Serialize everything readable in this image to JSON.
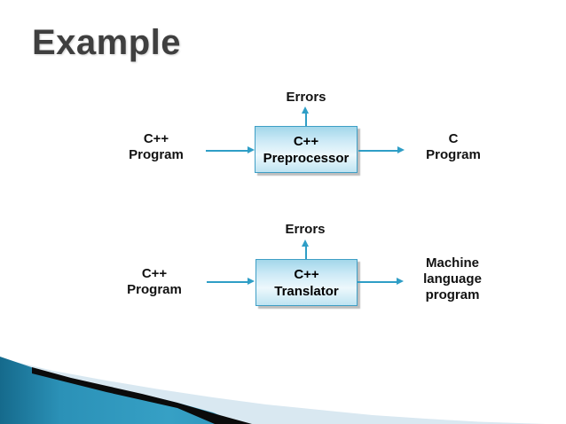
{
  "slide_title": "Example",
  "diagram1": {
    "errors": "Errors",
    "input": {
      "line1": "C++",
      "line2": "Program"
    },
    "box": {
      "line1": "C++",
      "line2": "Preprocessor"
    },
    "output": {
      "line1": "C",
      "line2": "Program"
    }
  },
  "diagram2": {
    "errors": "Errors",
    "input": {
      "line1": "C++",
      "line2": "Program"
    },
    "box": {
      "line1": "C++",
      "line2": "Translator"
    },
    "output": {
      "line1": "Machine",
      "line2": "language",
      "line3": "program"
    }
  },
  "colors": {
    "accent_arrow": "#2f9ec6",
    "box_border": "#3e9ec5",
    "box_fill_top": "#a3d7ea",
    "box_fill_light": "#edf8fc",
    "title_text": "#3f3f3f",
    "label_text": "#121212",
    "swoosh_teal_dark": "#156a8c",
    "swoosh_teal": "#2e96bc",
    "swoosh_pale": "#d9e8f1",
    "swoosh_black": "#0b0b0b"
  }
}
